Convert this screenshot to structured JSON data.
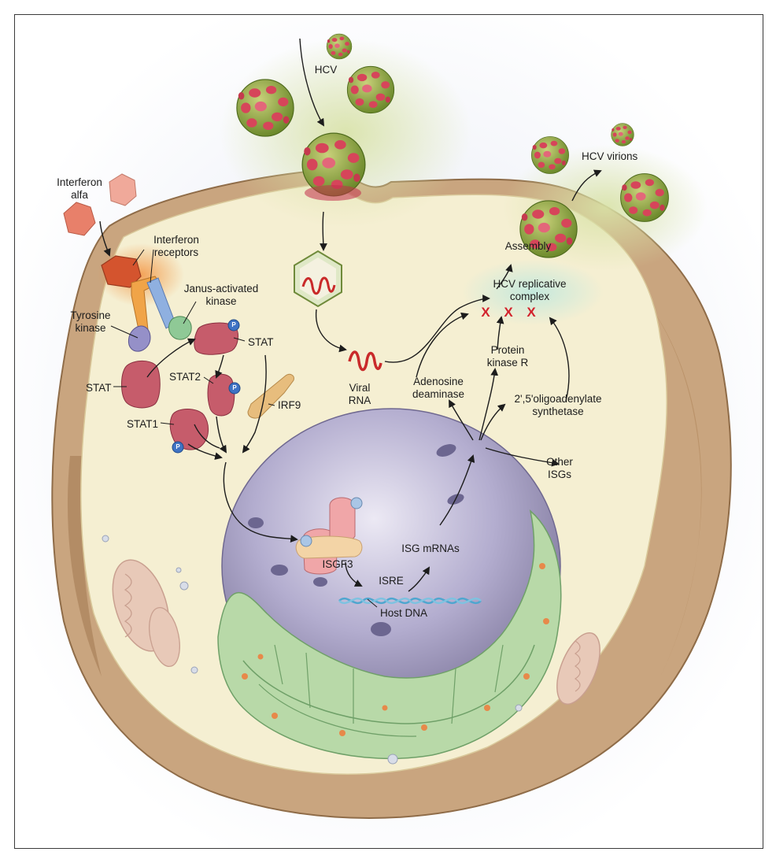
{
  "labels": {
    "hcv": "HCV",
    "hcv_virions": "HCV virions",
    "interferon_alfa": "Interferon\nalfa",
    "interferon_receptors": "Interferon\nreceptors",
    "janus_kinase": "Janus-activated\nkinase",
    "tyrosine_kinase": "Tyrosine\nkinase",
    "stat_top": "STAT",
    "stat_left": "STAT",
    "stat2": "STAT2",
    "stat1": "STAT1",
    "irf9": "IRF9",
    "viral_rna": "Viral\nRNA",
    "assembly": "Assembly",
    "replicative_complex": "HCV replicative\ncomplex",
    "adenosine_deaminase": "Adenosine\ndeaminase",
    "protein_kinase_r": "Protein\nkinase R",
    "oligoadenylate": "2',5'oligoadenylate\nsynthetase",
    "other_isgs": "Other\nISGs",
    "isgf3": "ISGF3",
    "isre": "ISRE",
    "isg_mrnas": "ISG mRNAs",
    "host_dna": "Host DNA",
    "phospho": "P",
    "inhibit": "X"
  },
  "colors": {
    "cytoplasm": "#f5efd2",
    "membrane": "#b8916a",
    "nucleus": "#a9a3c6",
    "er": "#b8d9a8",
    "virus_body": "#7f9a3a",
    "virus_spike": "#d6455a",
    "stat": "#c65c6b",
    "irf9": "#e7bd7d",
    "receptor_orange": "#e99a3a",
    "receptor_blue": "#7fa3d8",
    "jak": "#7fbf88",
    "phospho": "#3f73c4",
    "rna": "#c92a2a",
    "dna": "#4fa6cf",
    "inhibit": "#d2222c"
  }
}
